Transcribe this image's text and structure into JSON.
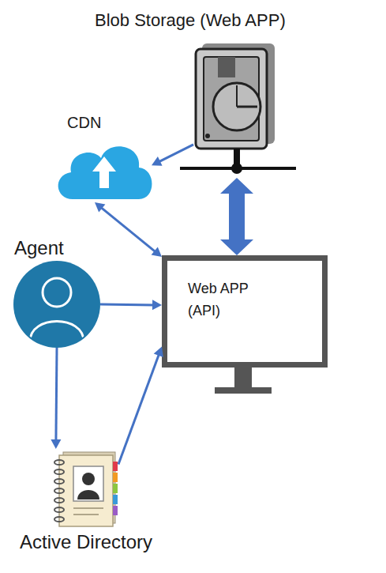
{
  "diagram": {
    "nodes": [
      {
        "text": [
          "Blob Storage (Web APP)"
        ]
      },
      {
        "text": [
          "CDN"
        ]
      },
      {
        "text": [
          "Agent"
        ]
      },
      {
        "text": [
          "Web APP (API)"
        ]
      },
      {
        "text": [
          "Active Directory"
        ]
      }
    ],
    "edges": [
      {
        "from": 0,
        "to": 1,
        "arrow": "to"
      },
      {
        "from": 0,
        "to": 3,
        "arrow": "both"
      },
      {
        "from": 1,
        "to": 3,
        "arrow": "both"
      },
      {
        "from": 2,
        "to": 3,
        "arrow": "to"
      },
      {
        "from": 2,
        "to": 4,
        "arrow": "to"
      },
      {
        "from": 4,
        "to": 3,
        "arrow": "to"
      }
    ]
  }
}
